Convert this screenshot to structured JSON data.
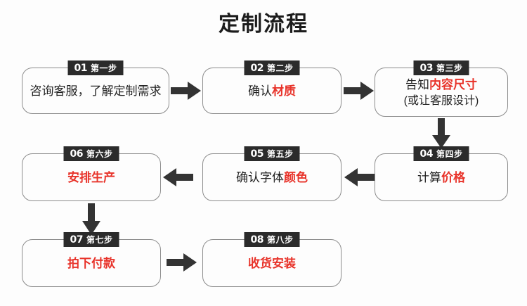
{
  "page": {
    "title": "定制流程",
    "background_color": "#fdfdfd",
    "accent_color": "#e8332a",
    "badge_color": "#2b2b2b",
    "border_color": "#8c8c8c"
  },
  "steps": [
    {
      "num": "01",
      "label": "第一步",
      "line1_plain": "咨询客服，了解定制需求",
      "line1_em": "",
      "line2": "",
      "all_red": false
    },
    {
      "num": "02",
      "label": "第二步",
      "line1_plain": "确认",
      "line1_em": "材质",
      "line2": "",
      "all_red": false
    },
    {
      "num": "03",
      "label": "第三步",
      "line1_plain": "告知",
      "line1_em": "内容尺寸",
      "line2": "(或让客服设计)",
      "all_red": false
    },
    {
      "num": "04",
      "label": "第四步",
      "line1_plain": "计算",
      "line1_em": "价格",
      "line2": "",
      "all_red": false
    },
    {
      "num": "05",
      "label": "第五步",
      "line1_plain": "确认字体",
      "line1_em": "颜色",
      "line2": "",
      "all_red": false
    },
    {
      "num": "06",
      "label": "第六步",
      "line1_plain": "",
      "line1_em": "安排生产",
      "line2": "",
      "all_red": true
    },
    {
      "num": "07",
      "label": "第七步",
      "line1_plain": "",
      "line1_em": "拍下付款",
      "line2": "",
      "all_red": true
    },
    {
      "num": "08",
      "label": "第八步",
      "line1_plain": "",
      "line1_em": "收货安装",
      "line2": "",
      "all_red": true
    }
  ],
  "connectors": [
    {
      "name": "arrow-step1-to-step2",
      "direction": "right"
    },
    {
      "name": "arrow-step2-to-step3",
      "direction": "right"
    },
    {
      "name": "arrow-step3-to-step4",
      "direction": "down"
    },
    {
      "name": "arrow-step4-to-step5",
      "direction": "left"
    },
    {
      "name": "arrow-step5-to-step6",
      "direction": "left"
    },
    {
      "name": "arrow-step6-to-step7",
      "direction": "down"
    },
    {
      "name": "arrow-step7-to-step8",
      "direction": "right"
    }
  ]
}
